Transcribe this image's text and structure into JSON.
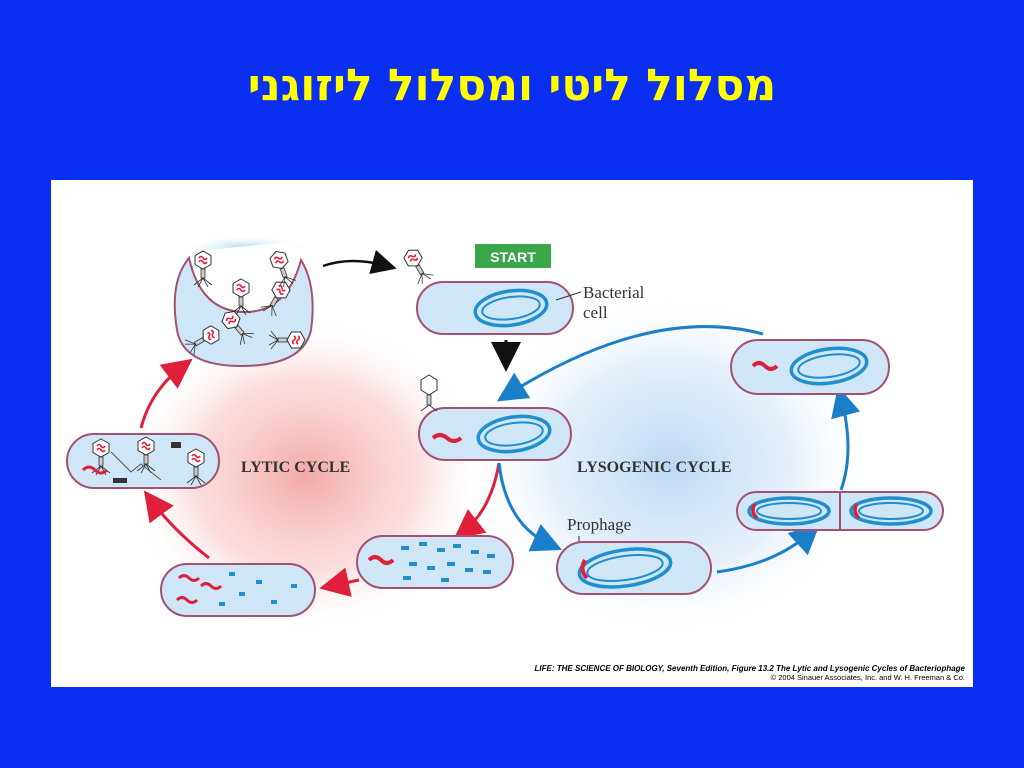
{
  "slide": {
    "title": "מסלול ליטי ומסלול ליזוגני"
  },
  "diagram": {
    "start_label": "START",
    "bacterial_cell_label_line1": "Bacterial",
    "bacterial_cell_label_line2": "cell",
    "lytic_cycle_label": "LYTIC CYCLE",
    "lysogenic_cycle_label": "LYSOGENIC CYCLE",
    "prophage_label": "Prophage",
    "colors": {
      "cell_fill": "#cfe6f6",
      "cell_outline": "#a45070",
      "bacterial_dna": "#1f8fd0",
      "phage_dna": "#e0203a",
      "lytic_glow": "#f4b4b4",
      "lysogenic_glow": "#c6def4",
      "start_badge": "#3aa74a"
    }
  },
  "caption": {
    "line1": "LIFE: THE SCIENCE OF BIOLOGY, Seventh Edition, Figure 13.2 The Lytic and Lysogenic Cycles of Bacteriophage",
    "line2": "© 2004 Sinauer Associates, Inc. and W. H. Freeman & Co."
  }
}
